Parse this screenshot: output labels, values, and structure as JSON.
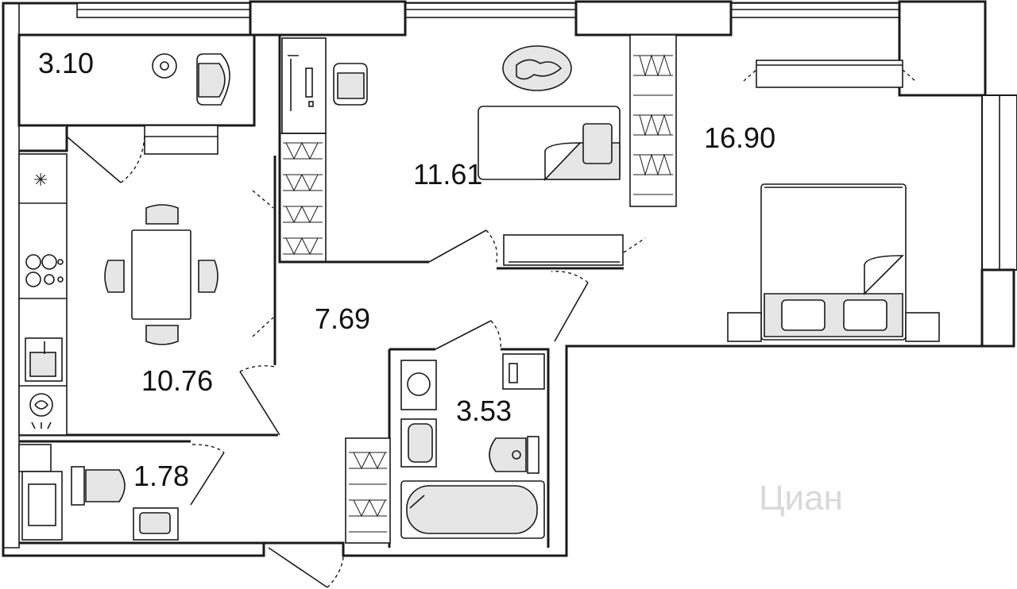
{
  "rooms": [
    {
      "id": "balcony",
      "area": "3.10"
    },
    {
      "id": "children",
      "area": "11.61"
    },
    {
      "id": "bedroom",
      "area": "16.90"
    },
    {
      "id": "kitchen",
      "area": "10.76"
    },
    {
      "id": "hall",
      "area": "7.69"
    },
    {
      "id": "bathroom",
      "area": "3.53"
    },
    {
      "id": "toilet",
      "area": "1.78"
    }
  ],
  "watermark": "Циан",
  "colors": {
    "wall": "#1a1a1a",
    "fixture_fill": "#e6e6e6",
    "watermark": "#d9d9d9"
  }
}
